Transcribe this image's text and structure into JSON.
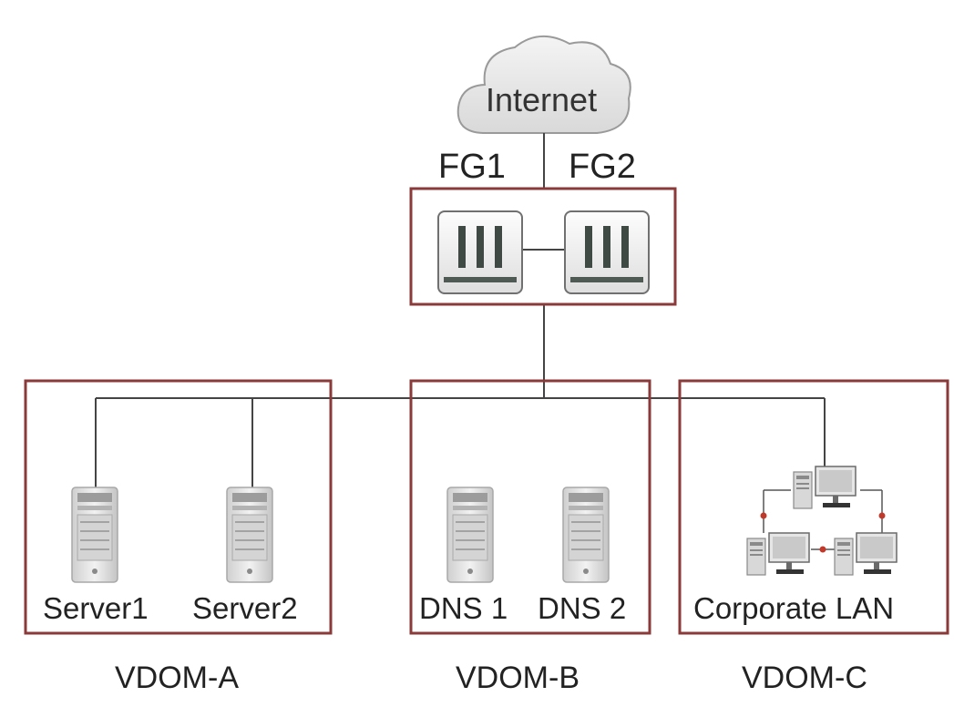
{
  "cloud": {
    "label": "Internet"
  },
  "firewalls": {
    "fg1_label": "FG1",
    "fg2_label": "FG2"
  },
  "vdoms": [
    {
      "label": "VDOM-A",
      "devices": [
        "Server1",
        "Server2"
      ]
    },
    {
      "label": "VDOM-B",
      "devices": [
        "DNS 1",
        "DNS 2"
      ]
    },
    {
      "label": "VDOM-C",
      "devices": [
        "Corporate LAN"
      ]
    }
  ],
  "colors": {
    "box_border": "#8b3a3a",
    "line": "#444444",
    "cloud_fill": "#e8e8e8",
    "cloud_stroke": "#9a9a9a",
    "firewall_bar": "#4f5a55",
    "link_dot": "#c0392b"
  },
  "icons": {
    "internet": "cloud-icon",
    "firewall": "firewall-appliance-icon",
    "server": "server-tower-icon",
    "lan": "workstation-network-icon"
  }
}
